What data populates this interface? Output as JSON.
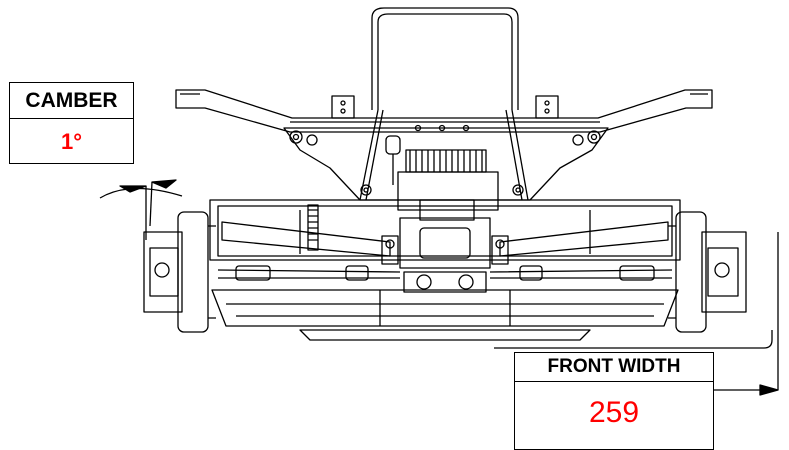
{
  "camber": {
    "label": "CAMBER",
    "value": "1°"
  },
  "front_width": {
    "label": "FRONT WIDTH",
    "value": "259"
  },
  "colors": {
    "line": "#000000",
    "value_text": "#ff0000",
    "background": "#ffffff"
  }
}
